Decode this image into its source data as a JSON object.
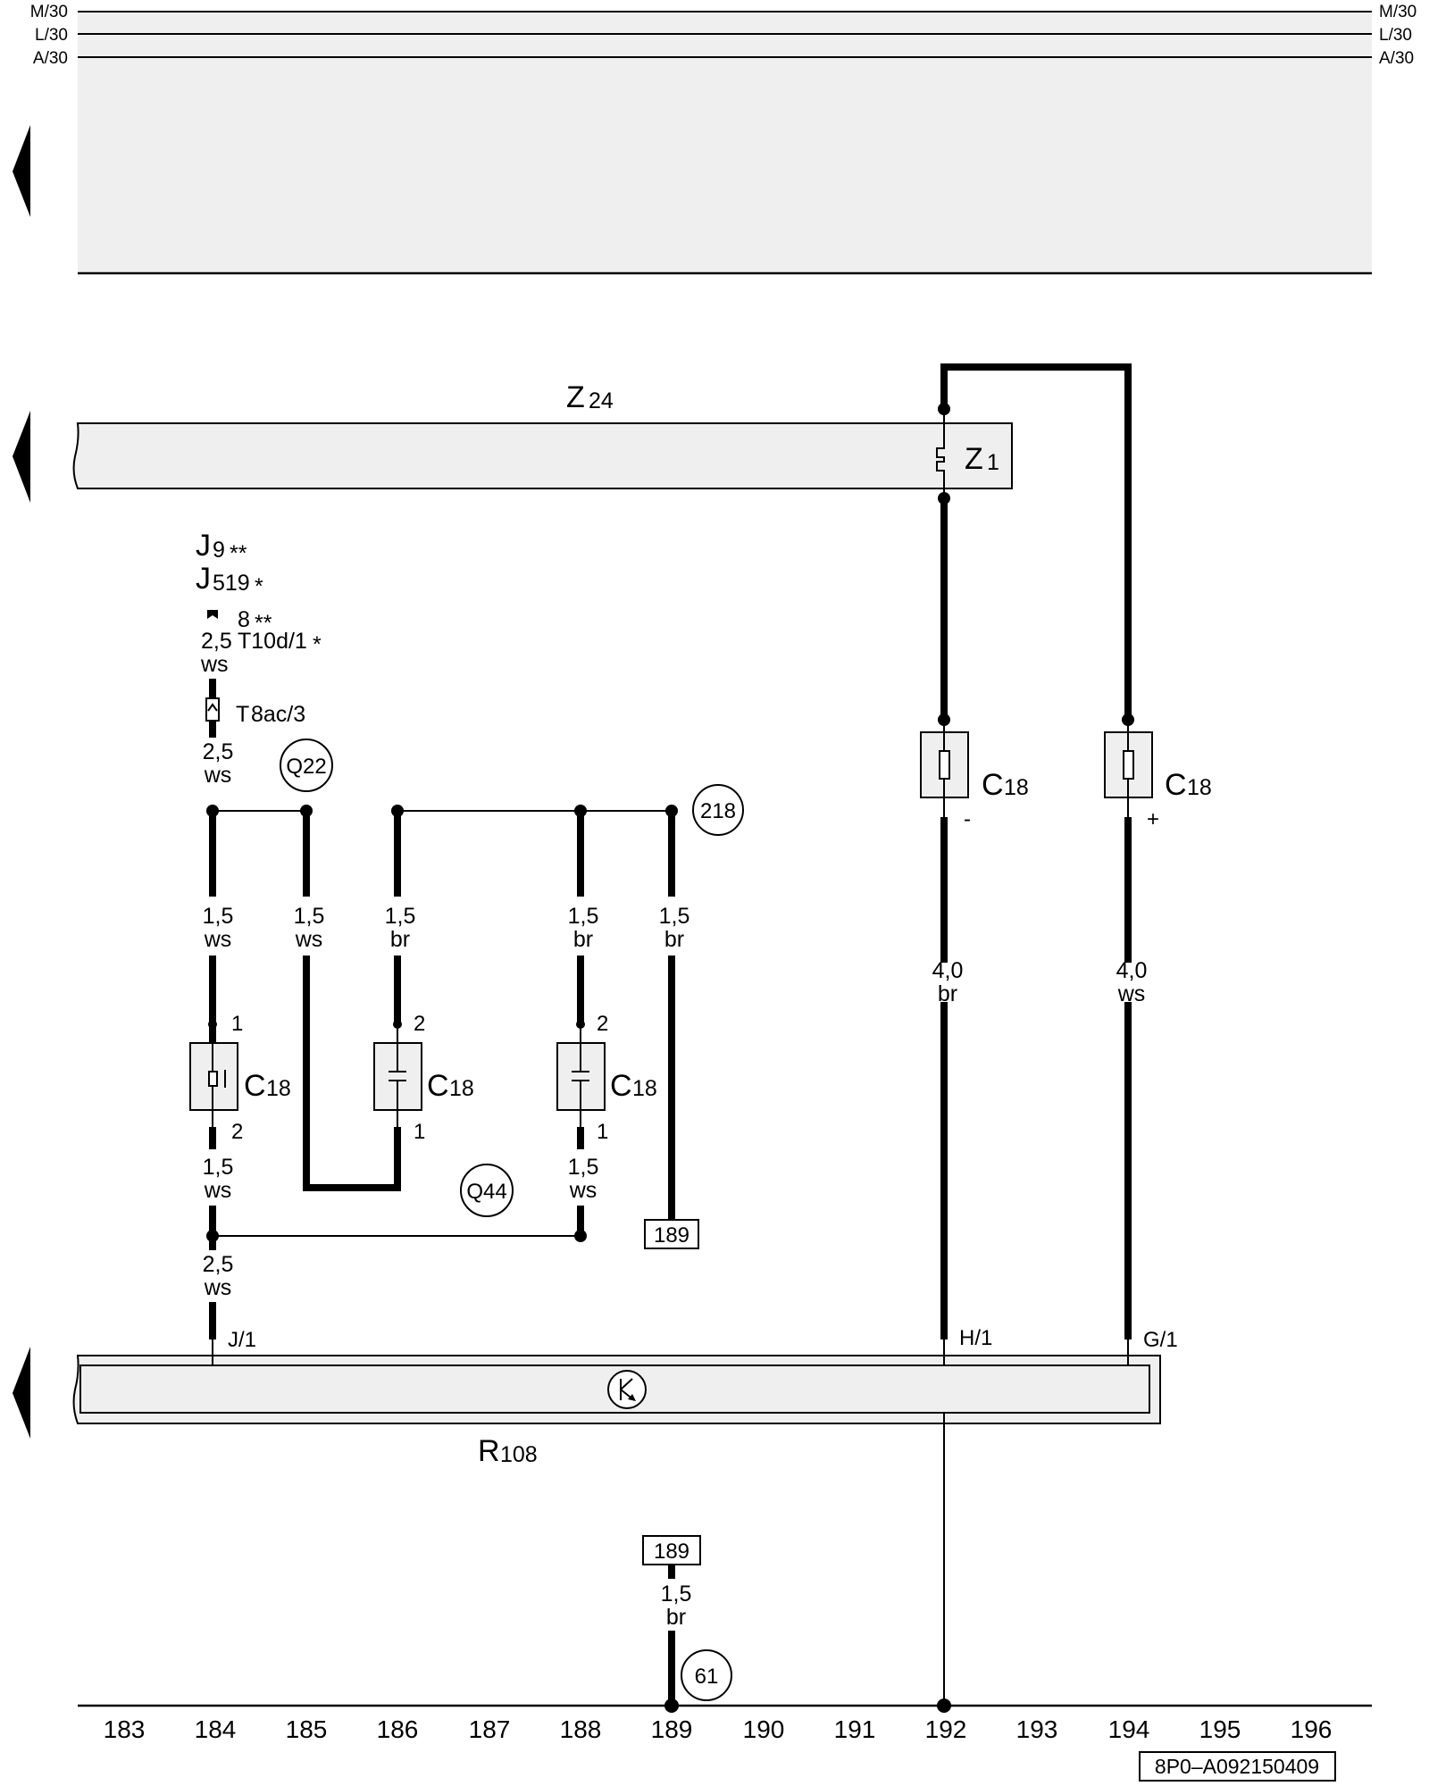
{
  "rails": [
    "M/30",
    "L/30",
    "A/30"
  ],
  "z24_label": "Z",
  "z24_sub": "24",
  "z1_label": "Z",
  "z1_sub": "1",
  "r108_label": "R",
  "r108_sub": "108",
  "j9": {
    "main": "J",
    "sub": "9",
    "mark": "**"
  },
  "j519": {
    "main": "J",
    "sub": "519",
    "mark": "*"
  },
  "conn_8": "8",
  "conn_8_mark": "**",
  "conn_t10d": "T10d/1",
  "conn_t10d_mark": "*",
  "conn_t8ac_main": "T",
  "conn_t8ac_sub": "8ac/3",
  "c18_main": "C",
  "c18_sub": "18",
  "wires": {
    "w1_size": "2,5",
    "w1_color": "ws",
    "w2_size": "2,5",
    "w2_color": "ws",
    "w184_size": "1,5",
    "w184_color": "ws",
    "w185_size": "1,5",
    "w185_color": "ws",
    "w186_size": "1,5",
    "w186_color": "br",
    "w188_size": "1,5",
    "w188_color": "br",
    "w189_size": "1,5",
    "w189_color": "br",
    "w184b_size": "1,5",
    "w184b_color": "ws",
    "w188b_size": "1,5",
    "w188b_color": "ws",
    "w184c_size": "2,5",
    "w184c_color": "ws",
    "w192_size": "4,0",
    "w192_color": "br",
    "w194_size": "4,0",
    "w194_color": "ws",
    "wbot_size": "1,5",
    "wbot_color": "br"
  },
  "pins": {
    "p184_top": "1",
    "p184_bot": "2",
    "p186_top": "2",
    "p186_bot": "1",
    "p188_top": "2",
    "p188_bot": "1",
    "minus": "-",
    "plus": "+",
    "j1": "J/1",
    "h1": "H/1",
    "g1": "G/1"
  },
  "circles": {
    "q22": "Q22",
    "q44": "Q44",
    "c218": "218",
    "c61": "61"
  },
  "boxes": {
    "ref_top": "189",
    "ref_bottom": "189"
  },
  "columns": [
    "183",
    "184",
    "185",
    "186",
    "187",
    "188",
    "189",
    "190",
    "191",
    "192",
    "193",
    "194",
    "195",
    "196"
  ],
  "diagram_code": "8P0–A092150409"
}
